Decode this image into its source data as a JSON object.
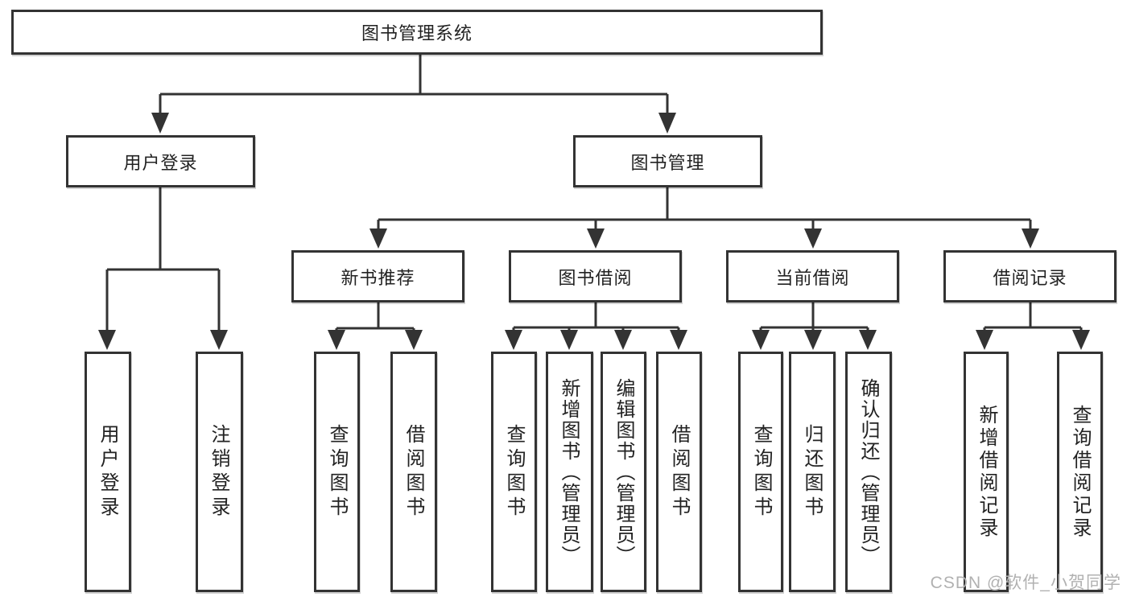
{
  "diagram": {
    "root": "图书管理系统",
    "level1": {
      "user_login": "用户登录",
      "book_management": "图书管理"
    },
    "level2": {
      "new_books": "新书推荐",
      "book_borrow": "图书借阅",
      "current_borrow": "当前借阅",
      "borrow_records": "借阅记录"
    },
    "leaves": {
      "user_login": "用户登录",
      "logout": "注销登录",
      "nb_query_books": "查询图书",
      "nb_borrow_books": "借阅图书",
      "bb_query_books": "查询图书",
      "bb_add_books": "新增图书（管理员）",
      "bb_edit_books": "编辑图书（管理员）",
      "bb_borrow_books": "借阅图书",
      "cb_query_books": "查询图书",
      "cb_return_books": "归还图书",
      "cb_confirm_return": "确认归还（管理员）",
      "br_add_record": "新增借阅记录",
      "br_query_record": "查询借阅记录"
    }
  },
  "watermark": "CSDN @软件_小贺同学",
  "colors": {
    "line": "#333333",
    "text": "#222222",
    "watermark": "#b1b1b1",
    "background": "#ffffff"
  }
}
